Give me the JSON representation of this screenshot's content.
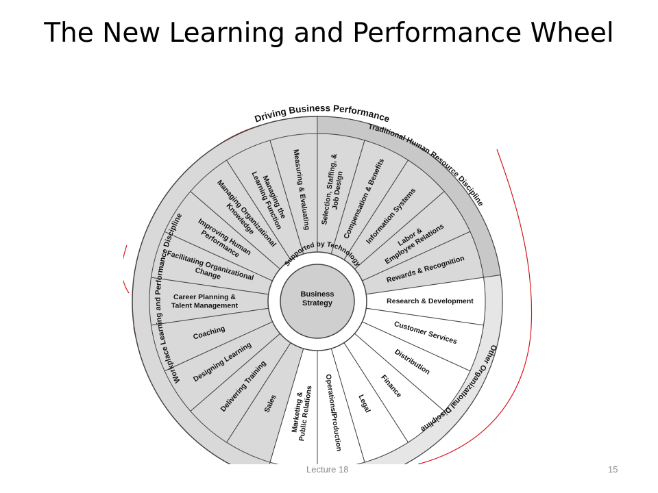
{
  "title": "The New Learning and Performance Wheel",
  "colors": {
    "shaded": "#d9d9d9",
    "white": "#ffffff",
    "stroke": "#444444",
    "annotation": "#d4181f"
  },
  "wheel": {
    "center": {
      "text": "Business Strategy"
    },
    "inner_ring": "Supported by Technology",
    "outer_labels": {
      "top": "Driving Business Performance",
      "traditional": "Traditional Human Resource Discipline",
      "other": "Other Organizational Discipline",
      "workplace": "Workplace Learning and Performance Discipline"
    },
    "sectors": [
      {
        "label": "Selection, Staffing, & Job Design",
        "group": "hr"
      },
      {
        "label": "Compensation & Benefits",
        "group": "hr"
      },
      {
        "label": "Information Systems",
        "group": "hr"
      },
      {
        "label": "Labor & Employee Relations",
        "group": "hr"
      },
      {
        "label": "Rewards & Recognition",
        "group": "hr"
      },
      {
        "label": "Research & Development",
        "group": "other"
      },
      {
        "label": "Customer Services",
        "group": "other"
      },
      {
        "label": "Distribution",
        "group": "other"
      },
      {
        "label": "Finance",
        "group": "other"
      },
      {
        "label": "Legal",
        "group": "other"
      },
      {
        "label": "Operations/Production",
        "group": "other"
      },
      {
        "label": "Marketing & Public Relations",
        "group": "other"
      },
      {
        "label": "Sales",
        "group": "wlp"
      },
      {
        "label": "Delivering Training",
        "group": "wlp"
      },
      {
        "label": "Designing Learning",
        "group": "wlp"
      },
      {
        "label": "Coaching",
        "group": "wlp"
      },
      {
        "label": "Career Planning & Talent Management",
        "group": "wlp"
      },
      {
        "label": "Facilitating Organizational Change",
        "group": "wlp"
      },
      {
        "label": "Improving Human Performance",
        "group": "wlp"
      },
      {
        "label": "Managing Organizational Knowledge",
        "group": "wlp"
      },
      {
        "label": "Managing the Learning Function",
        "group": "wlp"
      },
      {
        "label": "Measuring & Evaluating",
        "group": "wlp"
      }
    ]
  },
  "footer": {
    "lecture": "Lecture 18",
    "page": "15"
  }
}
